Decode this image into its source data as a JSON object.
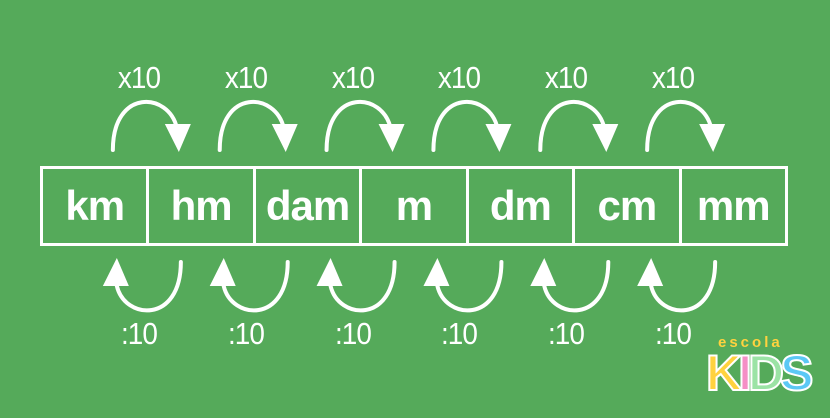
{
  "units": [
    "km",
    "hm",
    "dam",
    "m",
    "dm",
    "cm",
    "mm"
  ],
  "multiply_label": "x10",
  "divide_label": ":10",
  "colors": {
    "background": "#55aa5a",
    "foreground": "#ffffff"
  },
  "logo": {
    "top_text": "escola",
    "main_text": [
      "K",
      "I",
      "D",
      "S"
    ],
    "colors": [
      "#ffd23f",
      "#f58fc6",
      "#9be3a5",
      "#5cc8f5"
    ]
  }
}
